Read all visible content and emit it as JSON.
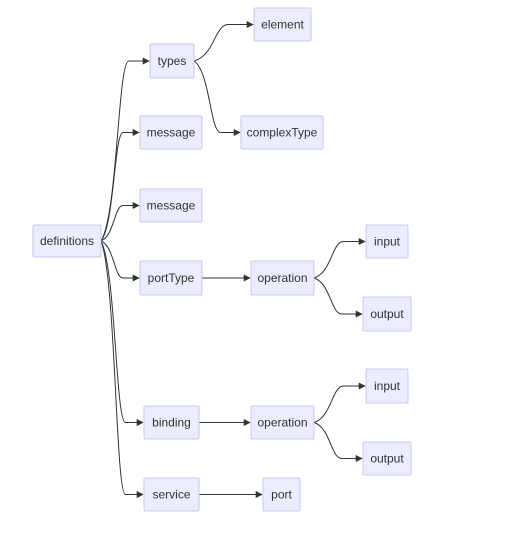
{
  "colors": {
    "node_fill": "#ececff",
    "node_stroke": "#c8c8f0",
    "edge": "#333333",
    "text": "#333333"
  },
  "nodes": [
    {
      "id": "definitions",
      "label": "definitions"
    },
    {
      "id": "types",
      "label": "types"
    },
    {
      "id": "element",
      "label": "element"
    },
    {
      "id": "complexType",
      "label": "complexType"
    },
    {
      "id": "message1",
      "label": "message"
    },
    {
      "id": "message2",
      "label": "message"
    },
    {
      "id": "portType",
      "label": "portType"
    },
    {
      "id": "operation1",
      "label": "operation"
    },
    {
      "id": "input1",
      "label": "input"
    },
    {
      "id": "output1",
      "label": "output"
    },
    {
      "id": "binding",
      "label": "binding"
    },
    {
      "id": "operation2",
      "label": "operation"
    },
    {
      "id": "input2",
      "label": "input"
    },
    {
      "id": "output2",
      "label": "output"
    },
    {
      "id": "service",
      "label": "service"
    },
    {
      "id": "port",
      "label": "port"
    }
  ],
  "edges": [
    {
      "from": "definitions",
      "to": "types"
    },
    {
      "from": "definitions",
      "to": "message1"
    },
    {
      "from": "definitions",
      "to": "message2"
    },
    {
      "from": "definitions",
      "to": "portType"
    },
    {
      "from": "definitions",
      "to": "binding"
    },
    {
      "from": "definitions",
      "to": "service"
    },
    {
      "from": "types",
      "to": "element"
    },
    {
      "from": "types",
      "to": "complexType"
    },
    {
      "from": "portType",
      "to": "operation1"
    },
    {
      "from": "operation1",
      "to": "input1"
    },
    {
      "from": "operation1",
      "to": "output1"
    },
    {
      "from": "binding",
      "to": "operation2"
    },
    {
      "from": "operation2",
      "to": "input2"
    },
    {
      "from": "operation2",
      "to": "output2"
    },
    {
      "from": "service",
      "to": "port"
    }
  ]
}
